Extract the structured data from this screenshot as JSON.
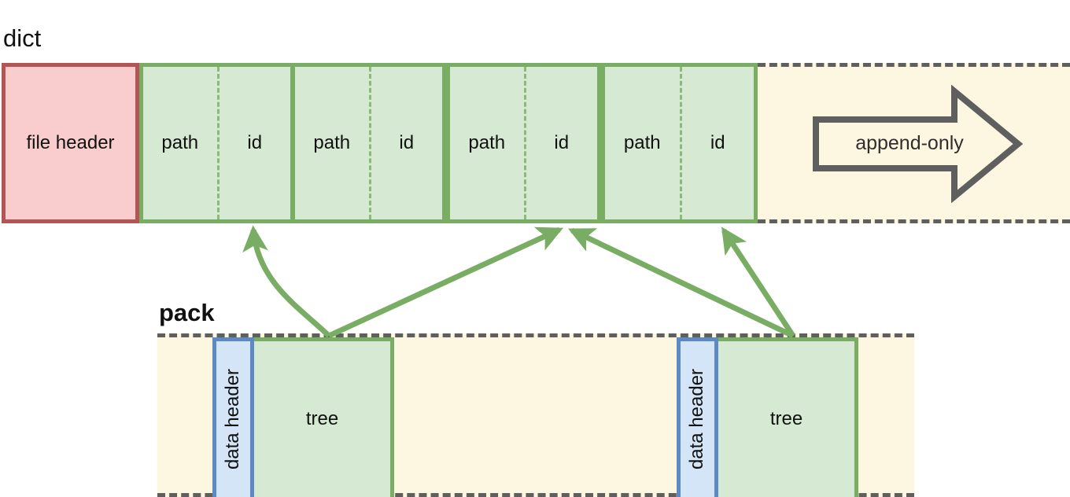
{
  "diagram": {
    "title_dict": "dict",
    "title_pack": "pack",
    "colors": {
      "green_fill": "#d6e9d3",
      "green_border": "#7aad64",
      "pink_fill": "#f9cdcd",
      "pink_border": "#b35555",
      "cream_fill": "#fdf6e0",
      "dashed_border": "#5f5f5f",
      "blue_fill": "#d5e5f8",
      "blue_border": "#5e8ac4",
      "arrow_green": "#7aad64",
      "text": "#111111"
    }
  },
  "dict": {
    "label": "dict",
    "file_header": {
      "label": "file header"
    },
    "entries": [
      {
        "path_label": "path",
        "id_label": "id"
      },
      {
        "path_label": "path",
        "id_label": "id"
      },
      {
        "path_label": "path",
        "id_label": "id"
      },
      {
        "path_label": "path",
        "id_label": "id"
      }
    ],
    "append_only": {
      "label": "append-only"
    }
  },
  "pack": {
    "label": "pack",
    "objects": [
      {
        "data_header_label": "data header",
        "tree_label": "tree"
      },
      {
        "data_header_label": "data header",
        "tree_label": "tree"
      }
    ]
  }
}
